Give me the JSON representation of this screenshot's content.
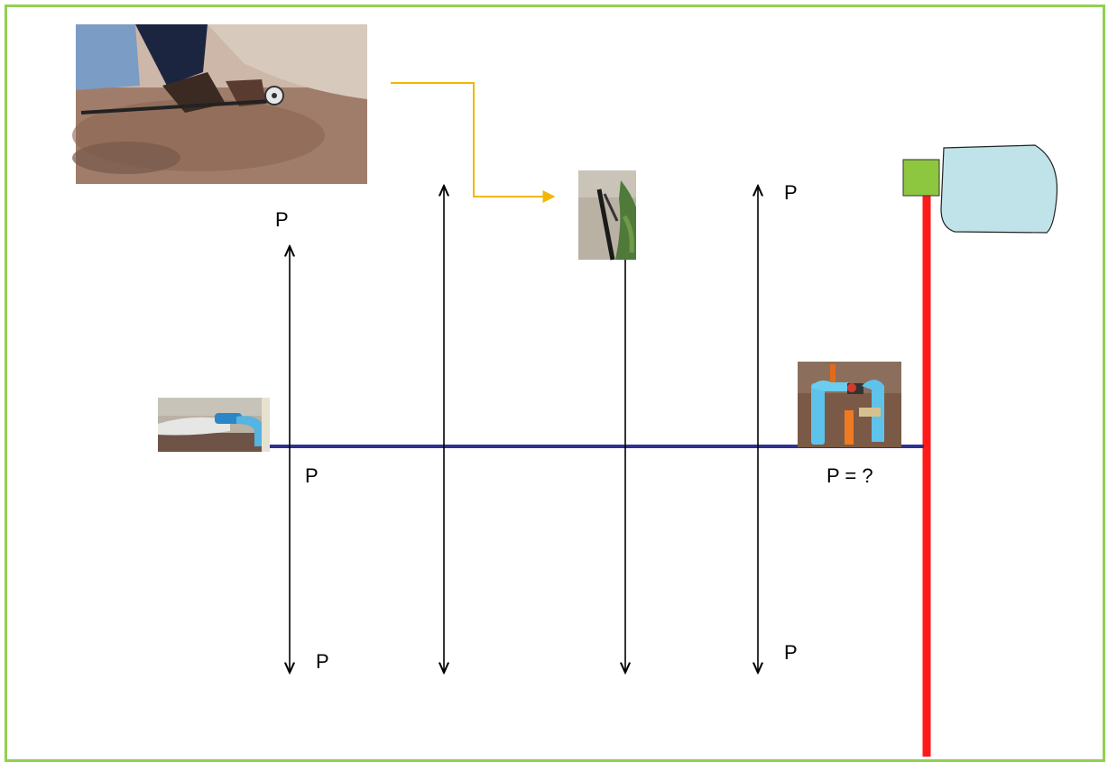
{
  "labels": {
    "p_top_left": "P",
    "p_top_right": "P",
    "p_mid_left": "P",
    "p_mid_right": "P = ?",
    "p_bottom_left": "P",
    "p_bottom_right": "P"
  },
  "colors": {
    "border": "#8fd14f",
    "lateral_line": "#2e3192",
    "main_line": "#ff1a1a",
    "connector": "#f2b705",
    "pump": "#8dc63f",
    "tank": "#bfe3e8",
    "arrow": "#000000"
  },
  "photos": {
    "gauge": "pressure-gauge-photo",
    "dripline": "dripline-photo",
    "outlet": "pipe-outlet-photo",
    "valve": "valve-assembly-photo"
  }
}
